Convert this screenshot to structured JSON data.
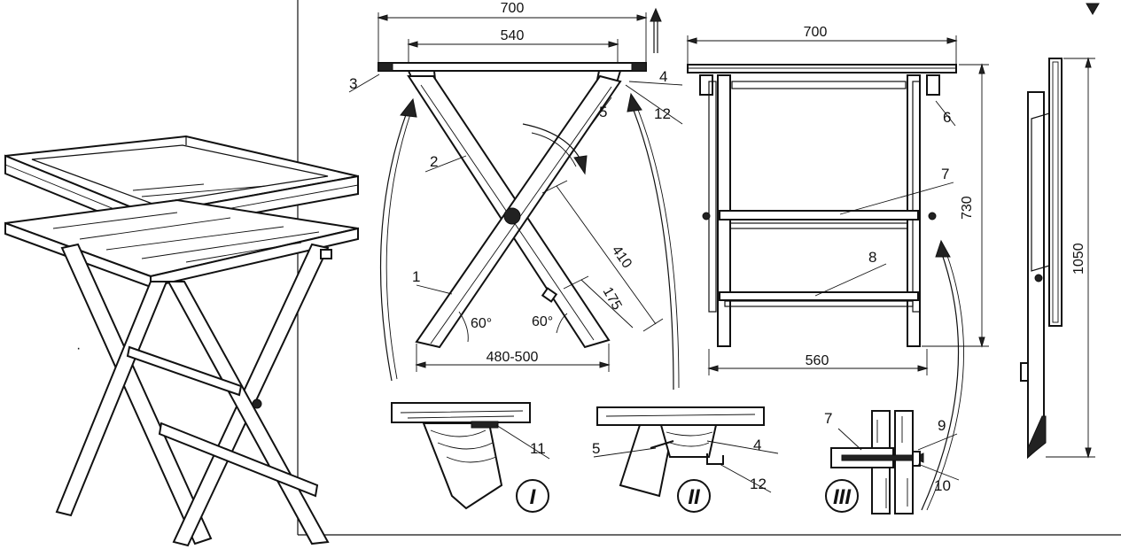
{
  "top_view": {
    "dim_overall": "700",
    "dim_inner": "540",
    "dim_base": "480-500",
    "dim_slot": "410",
    "dim_pin": "175",
    "angle_left": "60°",
    "angle_right": "60°",
    "callouts": [
      "1",
      "2",
      "3",
      "4",
      "5",
      "12"
    ]
  },
  "front_view": {
    "dim_width": "700",
    "dim_height": "730",
    "dim_base": "560",
    "callouts": [
      "6",
      "7",
      "8"
    ]
  },
  "side_view": {
    "dim_height": "1050"
  },
  "details": {
    "d1": {
      "roman": "I",
      "callouts": [
        "11"
      ]
    },
    "d2": {
      "roman": "II",
      "callouts": [
        "5",
        "4",
        "12"
      ]
    },
    "d3": {
      "roman": "III",
      "callouts": [
        "7",
        "9",
        "10"
      ]
    }
  }
}
